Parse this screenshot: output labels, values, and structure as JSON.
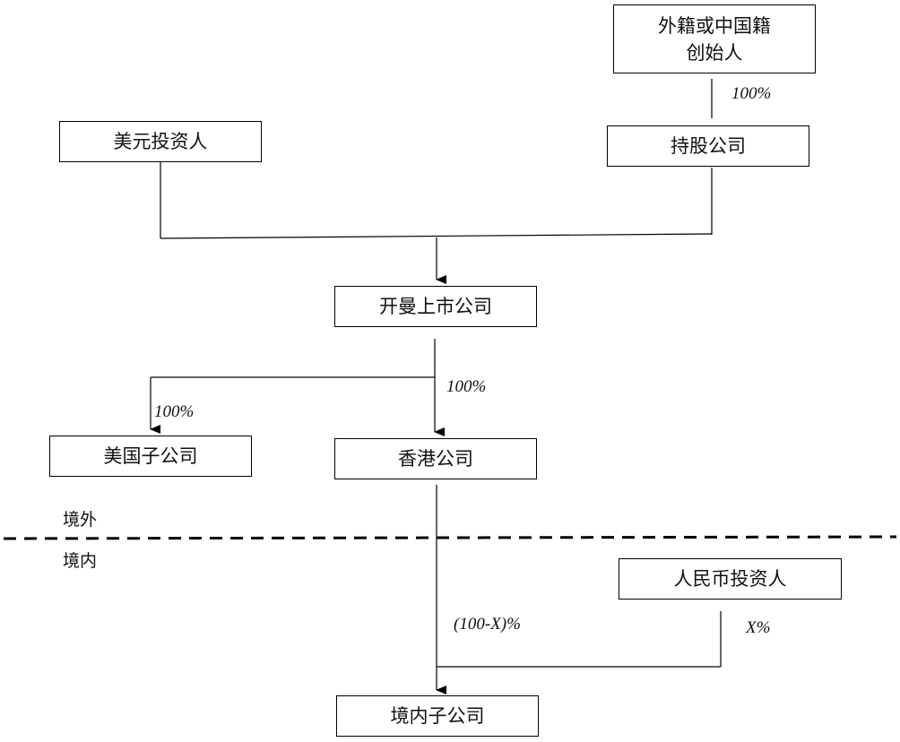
{
  "nodes": {
    "foreign_founder": {
      "line1": "外籍或中国籍",
      "line2": "创始人"
    },
    "usd_investor": "美元投资人",
    "holding_company": "持股公司",
    "cayman_listed": "开曼上市公司",
    "us_subsidiary": "美国子公司",
    "hk_company": "香港公司",
    "rmb_investor": "人民币投资人",
    "domestic_subsidiary": "境内子公司"
  },
  "percentages": {
    "founder_to_holding": "100%",
    "cayman_to_hk": "100%",
    "cayman_to_us": "100%",
    "hk_to_domestic": "(100-X)%",
    "rmb_to_domestic": "X%"
  },
  "zones": {
    "offshore": "境外",
    "onshore": "境内"
  }
}
